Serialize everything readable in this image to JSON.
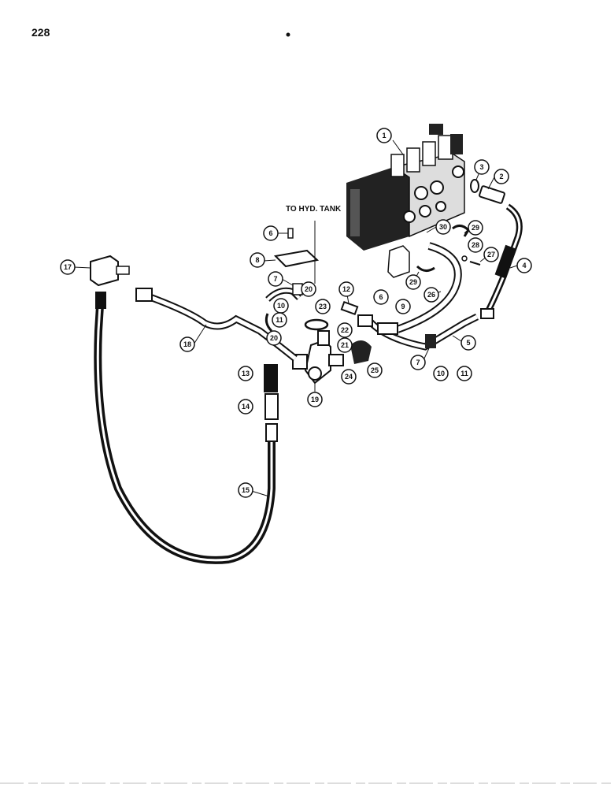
{
  "page_number": "228",
  "note": "TO HYD. TANK",
  "figure_code": "",
  "callouts": [
    "1",
    "2",
    "3",
    "4",
    "5",
    "6",
    "7",
    "8",
    "9",
    "10",
    "11",
    "12",
    "13",
    "14",
    "15",
    "17",
    "18",
    "19",
    "20",
    "21",
    "22",
    "23",
    "24",
    "25",
    "26",
    "27",
    "28",
    "29",
    "30"
  ],
  "colors": {
    "ink": "#111111",
    "paper": "#ffffff"
  }
}
